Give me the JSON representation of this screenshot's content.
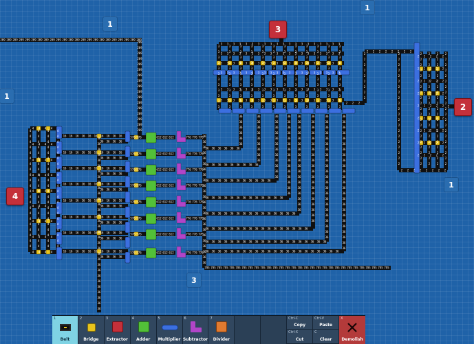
{
  "floating_tiles": [
    {
      "name": "number-tile-top-1",
      "value": "1"
    },
    {
      "name": "number-tile-topright-1",
      "value": "1"
    },
    {
      "name": "number-tile-left-1",
      "value": "1"
    },
    {
      "name": "number-tile-right-1",
      "value": "1"
    },
    {
      "name": "number-tile-bottom-3",
      "value": "3"
    }
  ],
  "targets": [
    {
      "name": "target-3",
      "value": "3"
    },
    {
      "name": "target-2",
      "value": "2"
    },
    {
      "name": "target-4",
      "value": "4"
    }
  ],
  "belt_labels": {
    "top_feed": "209",
    "top_chain": "3",
    "right_chain": "2",
    "left_chain": "4",
    "row_value": "16",
    "mid_value": "36",
    "bottom_value": "795",
    "extractor_value": "576",
    "adder_value": "612",
    "subtractor_value": "776"
  },
  "toolbar": {
    "tools": [
      {
        "key": "1",
        "name": "Belt",
        "icon": "belt-icon"
      },
      {
        "key": "2",
        "name": "Bridge",
        "icon": "bridge-icon"
      },
      {
        "key": "3",
        "name": "Extractor",
        "icon": "extractor-icon"
      },
      {
        "key": "4",
        "name": "Adder",
        "icon": "adder-icon"
      },
      {
        "key": "5",
        "name": "Multiplier",
        "icon": "multiplier-icon"
      },
      {
        "key": "6",
        "name": "Subtractor",
        "icon": "subtractor-icon"
      },
      {
        "key": "7",
        "name": "Divider",
        "icon": "divider-icon"
      }
    ],
    "actions": [
      {
        "key": "Ctrl-C",
        "label": "Copy"
      },
      {
        "key": "Ctrl-V",
        "label": "Paste"
      },
      {
        "key": "Ctrl-X",
        "label": "Cut"
      },
      {
        "key": "C",
        "label": "Clear"
      }
    ],
    "demolish": {
      "key": "X",
      "label": "Demolish",
      "icon": "close-icon"
    },
    "colors": {
      "belt": "#101010",
      "bridge": "#e8c31c",
      "extractor": "#c4303a",
      "adder": "#52c038",
      "multiplier": "#3b6fe0",
      "subtractor": "#b145c8",
      "divider": "#e07a30",
      "active": "#7fd3e4"
    }
  }
}
